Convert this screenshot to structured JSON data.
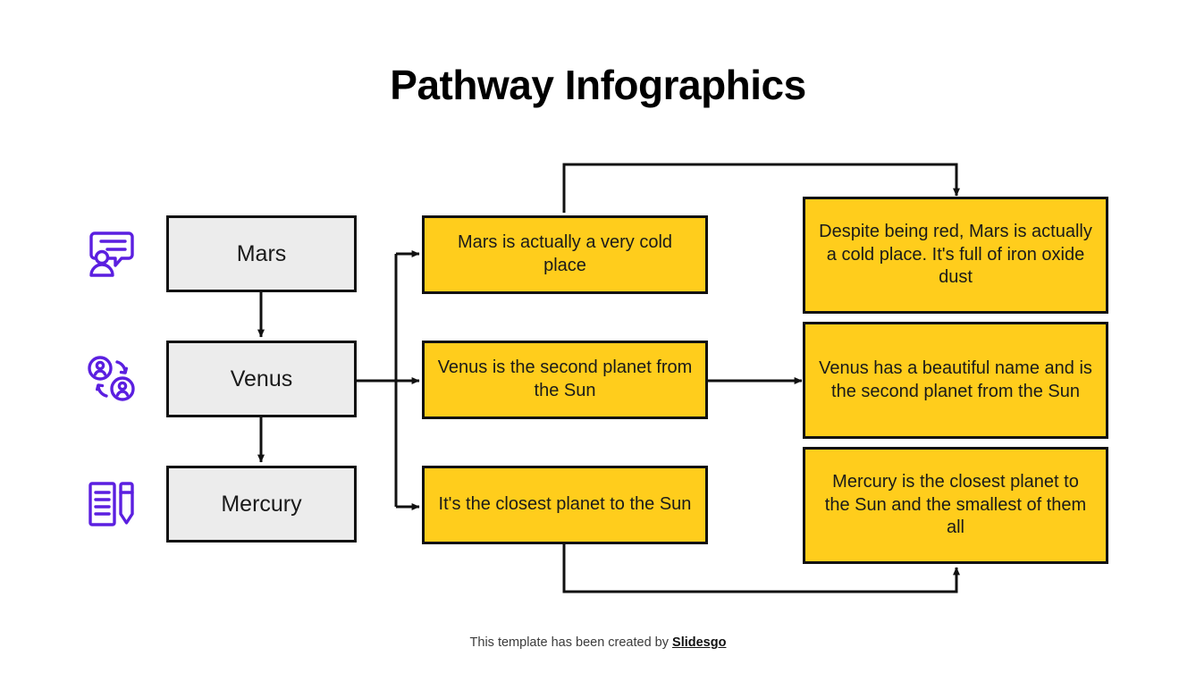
{
  "title": "Pathway Infographics",
  "accent_colors": {
    "yellow": "#FFCD1C",
    "gray_box": "#ECECEC",
    "icon_purple": "#5B1FE0",
    "outline": "#111111"
  },
  "icons": [
    {
      "name": "person-message-icon",
      "label": "person with speech bubble"
    },
    {
      "name": "users-exchange-icon",
      "label": "two users with rotation arrows"
    },
    {
      "name": "document-pencil-icon",
      "label": "document with pencil"
    }
  ],
  "stages": [
    {
      "label": "Mars",
      "detail": "Mars is actually a very cold place",
      "description": "Despite being red, Mars is actually a cold place. It's full of iron oxide dust"
    },
    {
      "label": "Venus",
      "detail": "Venus is the second planet from the Sun",
      "description": "Venus has a beautiful name and is the second planet from the Sun"
    },
    {
      "label": "Mercury",
      "detail": "It's the closest planet to the Sun",
      "description": "Mercury is the closest planet to the Sun and the smallest of them all"
    }
  ],
  "footer": {
    "text": "This template has been created by ",
    "brand": "Slidesgo"
  }
}
